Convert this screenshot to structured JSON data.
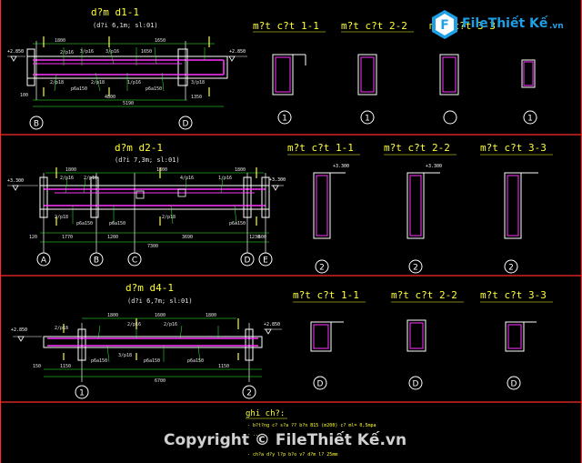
{
  "drawing": {
    "panel1": {
      "title": "d?m  d1-1",
      "subtitle": "(d?i 6,1m; sl:01)",
      "axes": [
        "B",
        "D"
      ],
      "dims_top": [
        "1800",
        "1650",
        "3/p16",
        "3/p16",
        "1650"
      ],
      "dims_bottom": [
        "4800",
        "5190",
        "100",
        "1350"
      ],
      "rebar_labels": [
        "2/p18",
        "2/p16",
        "2/p18",
        "1/p16",
        "p6a150",
        "p6a150",
        "3/p18"
      ],
      "elevations": [
        "+2.850",
        "+2.850"
      ],
      "sections": [
        {
          "title": "m?t  c?t  1-1",
          "id": "1"
        },
        {
          "title": "m?t  c?t  2-2",
          "id": "1"
        },
        {
          "title": "m?t  c?t  3-3",
          "id": "1"
        }
      ]
    },
    "panel2": {
      "title": "d?m  d2-1",
      "subtitle": "(d?i 7,3m; sl:01)",
      "axes": [
        "A",
        "B",
        "C",
        "D",
        "E"
      ],
      "dims_top": [
        "1800",
        "1800",
        "1800"
      ],
      "dims_bottom": [
        "1770",
        "1200",
        "3690",
        "1230",
        "7300",
        "600",
        "120"
      ],
      "rebar_labels": [
        "2/p16",
        "2/p16",
        "4/p16",
        "2/p18",
        "1/p16",
        "2/p18",
        "p6a150",
        "p6a150",
        "p6a150"
      ],
      "elevations": [
        "+3.300",
        "+3.300",
        "+3.300",
        "+3.300"
      ],
      "sections": [
        {
          "title": "m?t  c?t  1-1",
          "id": "2"
        },
        {
          "title": "m?t  c?t  2-2",
          "id": "2"
        },
        {
          "title": "m?t  c?t  3-3",
          "id": "2"
        }
      ]
    },
    "panel3": {
      "title": "d?m  d4-1",
      "subtitle": "(d?i 6,7m; sl:01)",
      "axes": [
        "1",
        "2"
      ],
      "dims_top": [
        "1800",
        "1600",
        "1800"
      ],
      "dims_bottom": [
        "6700",
        "1150",
        "1150",
        "150"
      ],
      "rebar_labels": [
        "2/p18",
        "2/p16",
        "2/p16",
        "3/p18",
        "p6a150",
        "p6a150",
        "p6a150"
      ],
      "elevations": [
        "+2.850",
        "+2.850"
      ],
      "sections": [
        {
          "title": "m?t  c?t  1-1",
          "id": "D"
        },
        {
          "title": "m?t  c?t  2-2",
          "id": "D"
        },
        {
          "title": "m?t  c?t  3-3",
          "id": "D"
        }
      ]
    },
    "notes": {
      "heading": "ghi  ch?:",
      "lines": [
        "- b?t?ng c? s?a ?? b?n B15 (m200) c? ml= 0,5mpa",
        "- ...",
        "- ch?a d?y l?p b?o v?   d?m l? 25mm"
      ]
    }
  },
  "watermark": {
    "brand": "FileThiết Kế",
    "domain": ".vn",
    "copyright": "Copyright © FileThiết Kế.vn"
  },
  "colors": {
    "background": "#000000",
    "frame": "#ff2a2a",
    "concrete": "#ffffff",
    "rebar": "#ff33ff",
    "title": "#ffff33",
    "dim": "#33ff33",
    "axis": "#ffffff",
    "accent": "#ff7f2a"
  }
}
